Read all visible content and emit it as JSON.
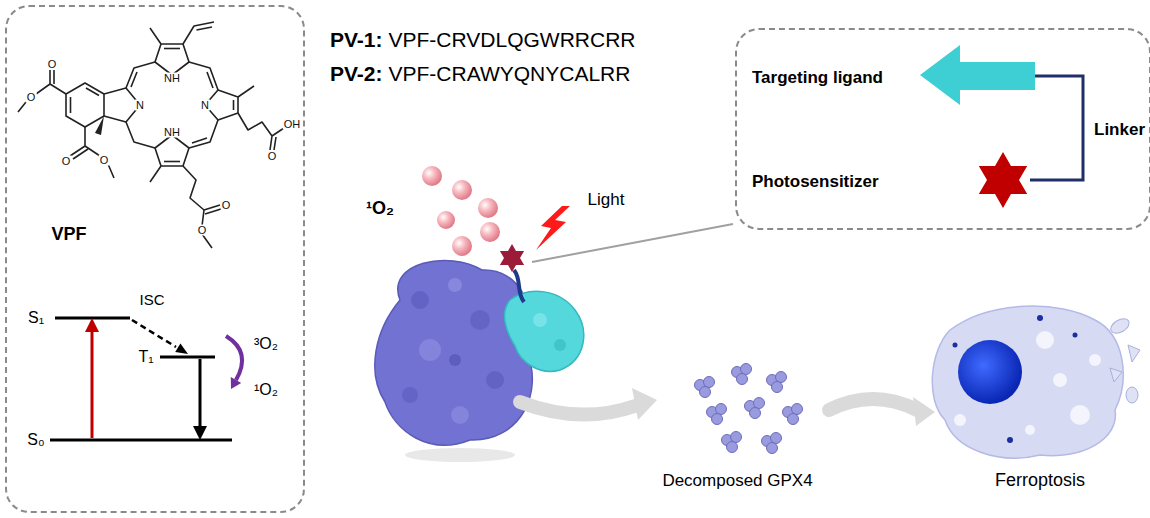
{
  "diagram": {
    "nodes": [
      {
        "text": [
          "VPF"
        ]
      },
      {
        "text": [
          "Targeting ligand",
          "Linker",
          "Photosensitizer"
        ]
      },
      {
        "text": [
          "Decomposed GPX4"
        ]
      },
      {
        "text": [
          "Ferroptosis"
        ]
      }
    ],
    "edges": [
      {
        "from": 2,
        "to": 3,
        "arrow": "to"
      }
    ],
    "labels": [
      "PV-1:",
      "VPF-CRVDLQGWRRCRR",
      "PV-2:",
      "VPF-CRAWYQNYCALRR",
      "S₁",
      "ISC",
      "T₁",
      "³O₂",
      "¹O₂",
      "S₀",
      "¹O₂",
      "Light",
      "NH",
      "N",
      "N",
      "NH",
      "O",
      "O",
      "O",
      "O",
      "O",
      "OH",
      "O",
      "O"
    ]
  }
}
